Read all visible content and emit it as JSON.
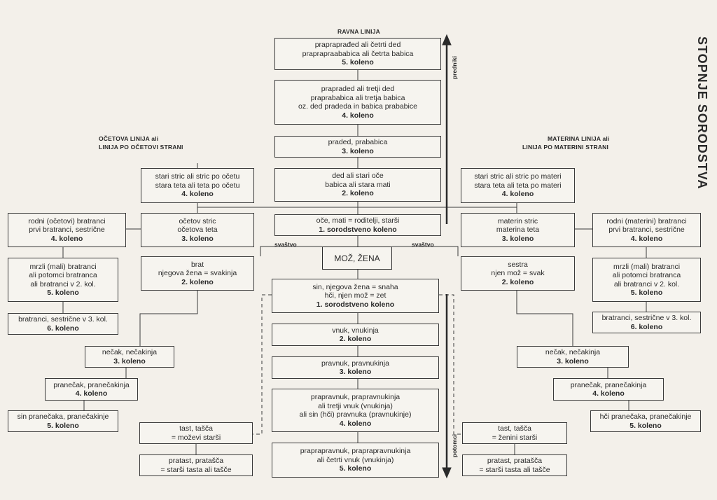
{
  "page_title": "STOPNJE SORODSTVA",
  "labels": {
    "ravna": "RAVNA LINIJA",
    "ocetova_1": "OČETOVA LINIJA ali",
    "ocetova_2": "LINIJA  PO OČETOVI STRANI",
    "materina_1": "MATERINA LINIJA ali",
    "materina_2": "LINIJA PO MATERINI STRANI",
    "predniki": "predniki",
    "potomci": "potomci",
    "svastvo_left": "svaštvo",
    "svastvo_right": "svaštvo"
  },
  "center": {
    "b5": {
      "lines": [
        "prapraprađed ali četrti ded",
        "praprapraababica ali četrta babica"
      ],
      "koleno": "5. koleno"
    },
    "b4": {
      "lines": [
        "prapraded ali tretji ded",
        "praprababica ali tretja babica",
        "oz. ded pradeda in babica prababice"
      ],
      "koleno": "4. koleno"
    },
    "b3": {
      "lines": [
        "praded, prababica"
      ],
      "koleno": "3. koleno"
    },
    "b2": {
      "lines": [
        "ded ali stari oče",
        "babica ali stara mati"
      ],
      "koleno": "2. koleno"
    },
    "b1": {
      "lines": [
        "oče, mati = roditelji, starši"
      ],
      "koleno": "1. sorodstveno koleno"
    },
    "ego": "MOŽ, ŽENA",
    "d1": {
      "lines": [
        "sin, njegova žena = snaha",
        "hči, njen mož = zet"
      ],
      "koleno": "1. sorodstveno koleno"
    },
    "d2": {
      "lines": [
        "vnuk, vnukinja"
      ],
      "koleno": "2. koleno"
    },
    "d3": {
      "lines": [
        "pravnuk, pravnukinja"
      ],
      "koleno": "3. koleno"
    },
    "d4": {
      "lines": [
        "prapravnuk, prapravnukinja",
        "ali tretji vnuk (vnukinja)",
        "ali sin (hči) pravnuka (pravnukinje)"
      ],
      "koleno": "4. koleno"
    },
    "d5": {
      "lines": [
        "praprapravnuk, praprapravnukinja",
        "ali četrti vnuk (vnukinja)"
      ],
      "koleno": "5. koleno"
    }
  },
  "left": {
    "stric": {
      "lines": [
        "stari stric ali stric po očetu",
        "stara teta ali teta po očetu"
      ],
      "koleno": "4. koleno"
    },
    "rodni": {
      "lines": [
        "rodni (očetovi) bratranci",
        "prvi bratranci, sestrične"
      ],
      "koleno": "4. koleno"
    },
    "oc_stric": {
      "lines": [
        "očetov stric",
        "očetova teta"
      ],
      "koleno": "3. koleno"
    },
    "mrzli": {
      "lines": [
        "mrzli (mali) bratranci",
        "ali potomci bratranca",
        "ali bratranci v 2. kol."
      ],
      "koleno": "5. koleno"
    },
    "brat": {
      "lines": [
        "brat",
        "njegova žena = svakinja"
      ],
      "koleno": "2. koleno"
    },
    "bratranci3": {
      "lines": [
        "bratranci, sestrične v 3. kol."
      ],
      "koleno": "6. koleno"
    },
    "necak": {
      "lines": [
        "nečak, nečakinja"
      ],
      "koleno": "3. koleno"
    },
    "pranecak": {
      "lines": [
        "pranečak, pranečakinja"
      ],
      "koleno": "4. koleno"
    },
    "sin_pranecaka": {
      "lines": [
        "sin pranečaka, pranečakinje"
      ],
      "koleno": "5. koleno"
    },
    "tast": {
      "lines": [
        "tast, tašča",
        "= moževi starši"
      ]
    },
    "pratast": {
      "lines": [
        "pratast, pratašča",
        "= starši tasta ali tašče"
      ]
    }
  },
  "right": {
    "stric": {
      "lines": [
        "stari stric ali stric po materi",
        "stara teta ali teta po materi"
      ],
      "koleno": "4. koleno"
    },
    "mat_stric": {
      "lines": [
        "materin stric",
        "materina teta"
      ],
      "koleno": "3. koleno"
    },
    "rodni": {
      "lines": [
        "rodni (materini) bratranci",
        "prvi bratranci, sestrične"
      ],
      "koleno": "4. koleno"
    },
    "sestra": {
      "lines": [
        "sestra",
        "njen mož = svak"
      ],
      "koleno": "2. koleno"
    },
    "mrzli": {
      "lines": [
        "mrzli (mali) bratranci",
        "ali potomci bratranca",
        "ali bratranci v 2. kol."
      ],
      "koleno": "5. koleno"
    },
    "bratranci3": {
      "lines": [
        "bratranci, sestrične v 3. kol."
      ],
      "koleno": "6. koleno"
    },
    "necak": {
      "lines": [
        "nečak, nečakinja"
      ],
      "koleno": "3. koleno"
    },
    "pranecak": {
      "lines": [
        "pranečak, pranečakinja"
      ],
      "koleno": "4. koleno"
    },
    "hci_pranecaka": {
      "lines": [
        "hči pranečaka, pranečakinje"
      ],
      "koleno": "5. koleno"
    },
    "tast": {
      "lines": [
        "tast, tašča",
        "= ženini starši"
      ]
    },
    "pratast": {
      "lines": [
        "pratast, pratašča",
        "= starši tasta ali tašče"
      ]
    }
  }
}
